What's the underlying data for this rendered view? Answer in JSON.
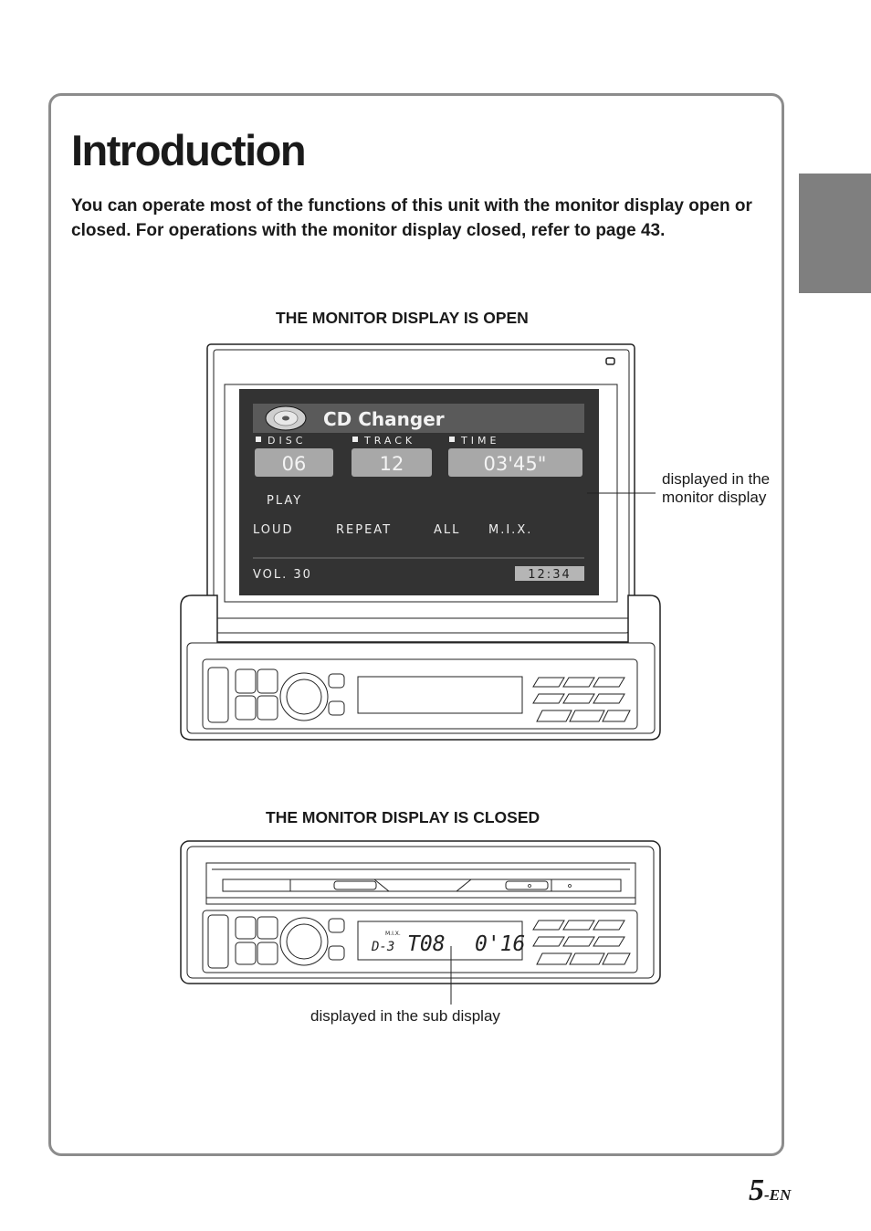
{
  "title": "Introduction",
  "intro": "You can operate most of the functions of this unit with the monitor display open or closed. For operations with the monitor display closed, refer to page 43.",
  "open_section": {
    "heading": "THE MONITOR DISPLAY IS OPEN",
    "callout": "displayed in the monitor display",
    "screen": {
      "source": "CD Changer",
      "disc_label": "DISC",
      "track_label": "TRACK",
      "time_label": "TIME",
      "disc": "06",
      "track": "12",
      "time": "03'45\"",
      "status": "PLAY",
      "modes": [
        "LOUD",
        "REPEAT",
        "ALL",
        "M.I.X."
      ],
      "volume": "VOL. 30",
      "clock": "12:34"
    }
  },
  "closed_section": {
    "heading": "THE MONITOR DISPLAY IS CLOSED",
    "callout": "displayed in the sub display",
    "sub_display": {
      "mix": "M.I.X.",
      "disc": "D-3",
      "track": "T08",
      "time": "0'16"
    }
  },
  "page": {
    "number": "5",
    "suffix": "-EN"
  },
  "colors": {
    "frame": "#8c8c8c",
    "side_tab": "#7f7f7f",
    "screen": "#333333",
    "screen_text": "#f0f0f0",
    "field": "#a8a8a8"
  }
}
